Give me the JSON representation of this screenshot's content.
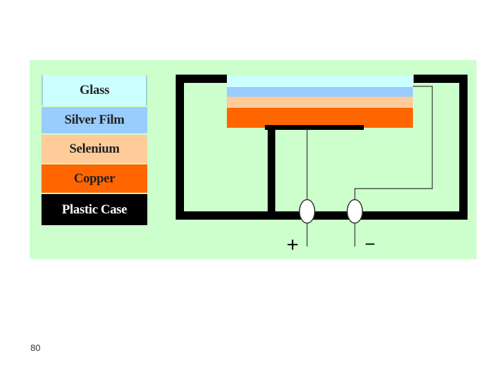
{
  "diagram": {
    "layers": [
      {
        "label": "Glass",
        "color": "#ccffff"
      },
      {
        "label": "Silver Film",
        "color": "#99ccff"
      },
      {
        "label": "Selenium",
        "color": "#ffcc99"
      },
      {
        "label": "Copper",
        "color": "#ff6600"
      },
      {
        "label": "Plastic Case",
        "color": "#000000"
      }
    ],
    "terminals": {
      "positive": "+",
      "negative": "−"
    },
    "background_color": "#ccffcc"
  },
  "footer": {
    "page_number": "80"
  }
}
